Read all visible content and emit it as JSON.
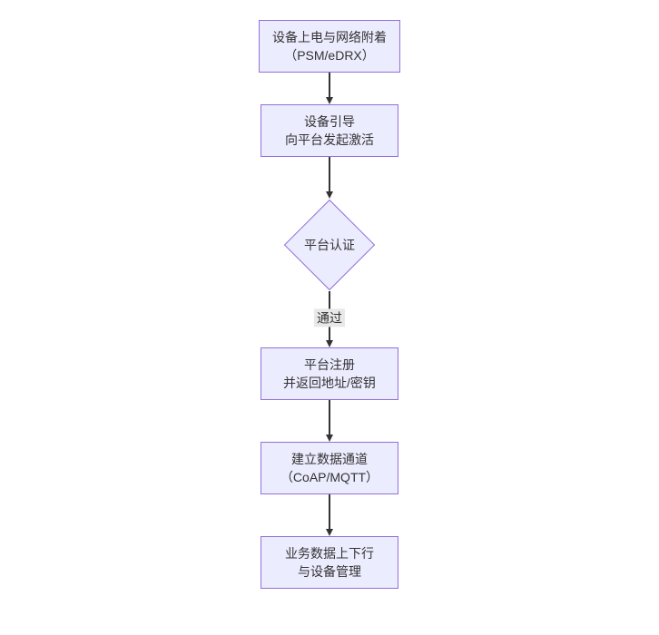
{
  "diagram": {
    "type": "flowchart",
    "direction": "top-down",
    "nodes": [
      {
        "id": "attach",
        "shape": "rect",
        "line1": "设备上电与网络附着",
        "line2": "（PSM/eDRX）"
      },
      {
        "id": "bootstrap",
        "shape": "rect",
        "line1": "设备引导",
        "line2": "向平台发起激活"
      },
      {
        "id": "auth",
        "shape": "diamond",
        "line1": "平台认证",
        "line2": ""
      },
      {
        "id": "register",
        "shape": "rect",
        "line1": "平台注册",
        "line2": "并返回地址/密钥"
      },
      {
        "id": "channel",
        "shape": "rect",
        "line1": "建立数据通道",
        "line2": "（CoAP/MQTT）"
      },
      {
        "id": "business",
        "shape": "rect",
        "line1": "业务数据上下行",
        "line2": "与设备管理"
      }
    ],
    "edges": [
      {
        "from": "attach",
        "to": "bootstrap",
        "label": ""
      },
      {
        "from": "bootstrap",
        "to": "auth",
        "label": ""
      },
      {
        "from": "auth",
        "to": "register",
        "label": "通过"
      },
      {
        "from": "register",
        "to": "channel",
        "label": ""
      },
      {
        "from": "channel",
        "to": "business",
        "label": ""
      }
    ],
    "colors": {
      "node_fill": "#ECECFF",
      "node_border": "#9370DB",
      "arrow": "#333333",
      "edge_label_bg": "#e8e8e8",
      "text": "#333333",
      "background": "#ffffff"
    }
  }
}
